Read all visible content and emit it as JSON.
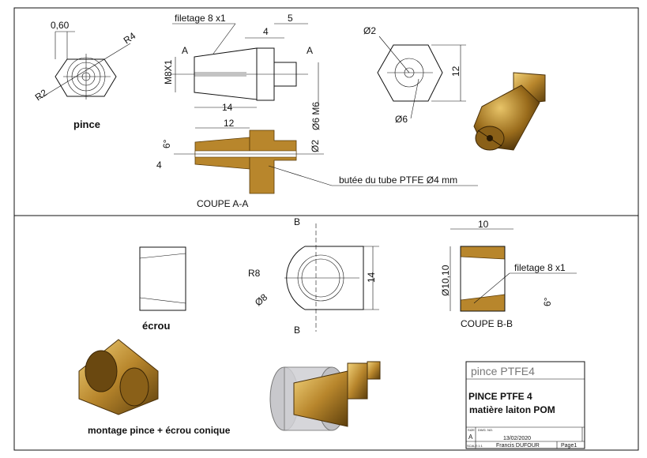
{
  "sheet": {
    "title_block": {
      "part_name": "pince PTFE4",
      "title": "PINCE PTFE 4",
      "material": " matière laiton POM",
      "size_label": "SIZE",
      "size": "A",
      "dwg_no_label": "DWG. NO.",
      "date": "13/02/2020",
      "scale_label": "SCALE:1:1",
      "author": "Francis DUFOUR",
      "page": "Page1"
    }
  },
  "pince": {
    "label": "pince",
    "dims": {
      "chamfer": "0,60",
      "r4": "R4",
      "r2": "R2",
      "thread_note": "filetage 8 x1",
      "d5": "5",
      "d4": "4",
      "m8": "M8X1",
      "d14": "14",
      "m6": "Ø6 M6",
      "sec_a": "A",
      "phi2": "Ø2",
      "phi6": "Ø6",
      "d12": "12"
    },
    "section": {
      "label": "COUPE A-A",
      "d12": "12",
      "angle": "6°",
      "d4": "4",
      "phi2": "Ø2",
      "note": "butée du tube PTFE Ø4 mm"
    }
  },
  "ecrou": {
    "label": "écrou",
    "dims": {
      "sec_b": "B",
      "r8": "R8",
      "phi8": "Ø8",
      "d14": "14"
    },
    "section": {
      "label": "COUPE B-B",
      "d10": "10",
      "phi": "Ø10,10",
      "thread_note": "filetage 8 x1",
      "angle": "6°"
    }
  },
  "assembly": {
    "label": "montage pince + écrou conique"
  },
  "colors": {
    "brass": "#b8862c",
    "brass_light": "#e0b860",
    "gray_body": "#c8c8cc"
  }
}
